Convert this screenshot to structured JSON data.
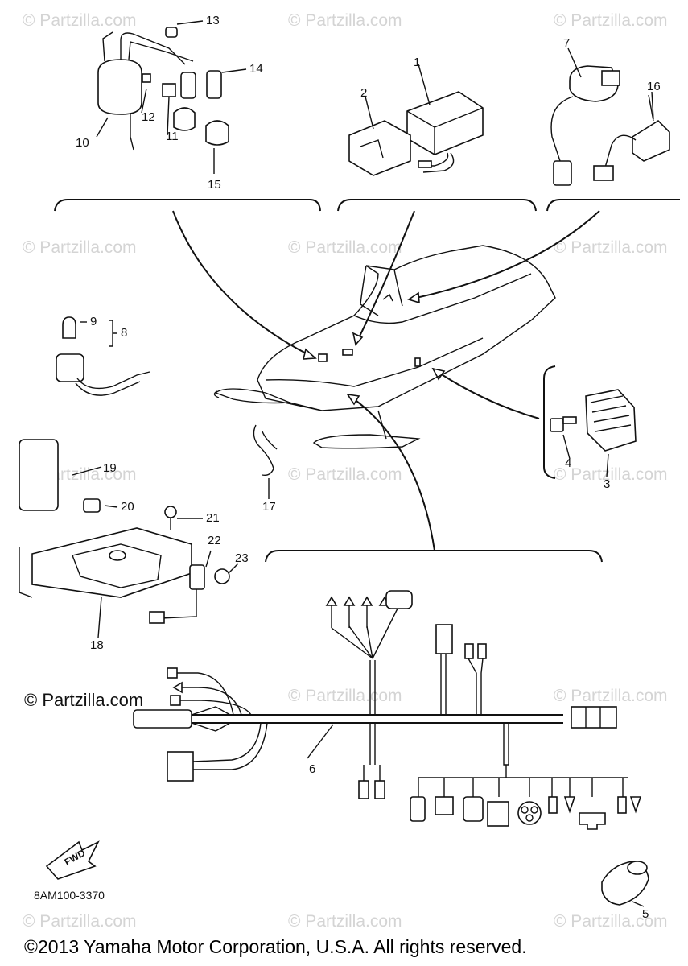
{
  "watermark": "© Partzilla.com",
  "brand_watermark": "© Partzilla.com",
  "diagram_code": "8AM100-3370",
  "fwd_label": "FWD",
  "copyright": "©2013 Yamaha Motor Corporation, U.S.A. All rights reserved.",
  "callouts": [
    "1",
    "2",
    "3",
    "4",
    "5",
    "6",
    "7",
    "8",
    "9",
    "10",
    "11",
    "12",
    "13",
    "14",
    "15",
    "16",
    "17",
    "18",
    "19",
    "20",
    "21",
    "22",
    "23"
  ]
}
